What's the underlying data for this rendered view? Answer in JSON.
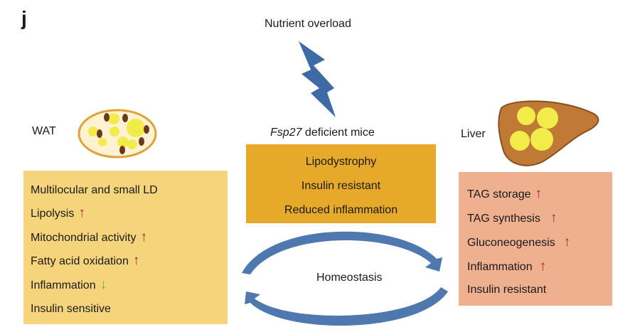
{
  "panel_letter": "j",
  "trigger": "Nutrient overload",
  "center": {
    "title_gene": "Fsp27",
    "title_rest": " deficient mice",
    "items": [
      "Lipodystrophy",
      "Insulin resistant",
      "Reduced inflammation"
    ]
  },
  "wat": {
    "label": "WAT",
    "items": [
      {
        "text": "Multilocular and small LD",
        "arrow": ""
      },
      {
        "text": "Lipolysis",
        "arrow": "↑"
      },
      {
        "text": "Mitochondrial activity",
        "arrow": "↑"
      },
      {
        "text": "Fatty acid oxidation",
        "arrow": "↑"
      },
      {
        "text": "Inflammation",
        "arrow": "↓"
      },
      {
        "text": "Insulin sensitive",
        "arrow": ""
      }
    ]
  },
  "liver": {
    "label": "Liver",
    "items": [
      {
        "text": "TAG storage",
        "arrow": "↑"
      },
      {
        "text": "TAG synthesis",
        "arrow": "↑"
      },
      {
        "text": "Gluconeogenesis",
        "arrow": "↑"
      },
      {
        "text": "Inflammation",
        "arrow": "↑"
      },
      {
        "text": "Insulin resistant",
        "arrow": ""
      }
    ]
  },
  "cycle_label": "Homeostasis",
  "colors": {
    "wat_box": "#f6d47c",
    "center_box": "#e6a92a",
    "liver_box": "#eeb08f",
    "up_arrow": "#a8232f",
    "down_arrow": "#6fb04d",
    "lightning": "#3f6aa8",
    "cycle_arrows": "#4f79ae",
    "lipid_droplet": "#f2ec4b",
    "liver_tissue": "#c07a35"
  }
}
